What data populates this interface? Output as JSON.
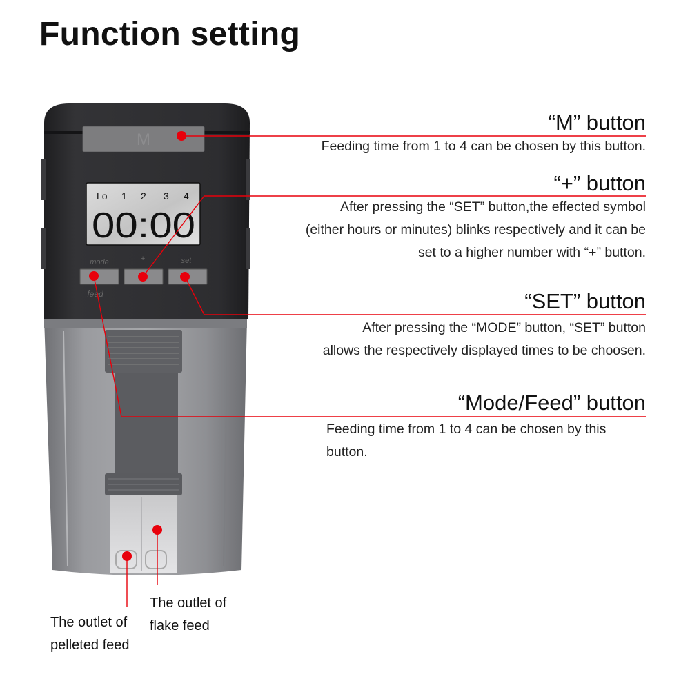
{
  "title": "Function setting",
  "device": {
    "top_button_text": "M",
    "lcd_labels": [
      "Lo",
      "1",
      "2",
      "3",
      "4"
    ],
    "lcd_time": "00:00",
    "button_labels": [
      "mode",
      "+",
      "set"
    ],
    "feed_label": "feed"
  },
  "callouts": {
    "m_button": {
      "heading": "“M” button",
      "lines": [
        "Feeding time from 1 to 4 can be chosen by this button."
      ]
    },
    "plus_button": {
      "heading": "“+” button",
      "lines": [
        "After pressing the “SET” button,the effected symbol",
        "(either hours or minutes) blinks respectively and it can be",
        "set to a higher number with “+” button."
      ]
    },
    "set_button": {
      "heading": "“SET” button",
      "lines": [
        "After pressing the “MODE” button, “SET” button",
        "allows the respectively displayed times to be choosen."
      ]
    },
    "mode_feed_button": {
      "heading": "“Mode/Feed” button",
      "lines": [
        "Feeding time from 1 to 4 can be chosen by this",
        "button."
      ]
    }
  },
  "outlets": {
    "pelleted": {
      "lines": [
        "The outlet of",
        "pelleted feed"
      ]
    },
    "flake": {
      "lines": [
        "The outlet of",
        "flake feed"
      ]
    }
  },
  "colors": {
    "accent_red": "#e8000b",
    "device_body": "#2b2b2d",
    "button_gray": "#8a8a8a",
    "lcd_bg": "#cfcfcf",
    "container_gray": "#8f9093"
  }
}
